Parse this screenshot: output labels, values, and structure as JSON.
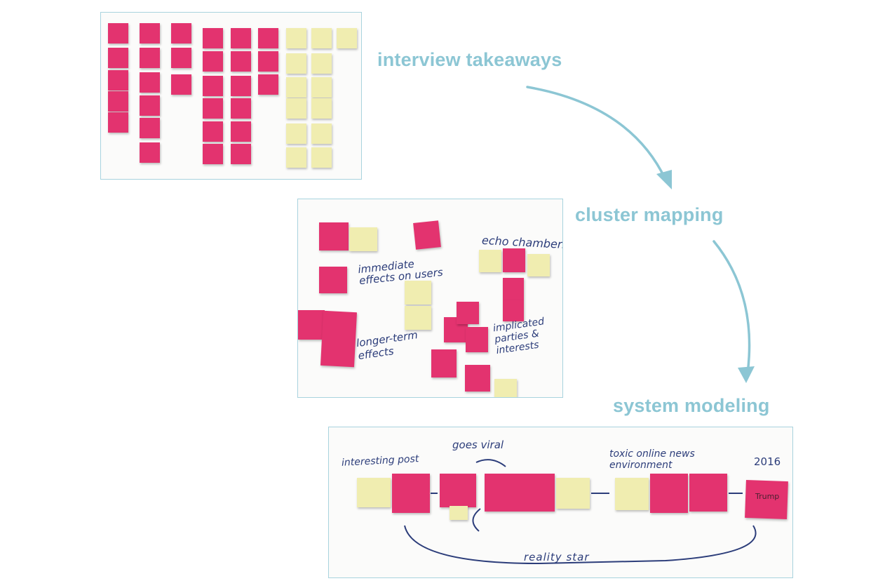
{
  "stages": {
    "interview": "interview takeaways",
    "cluster": "cluster mapping",
    "system": "system modeling"
  },
  "cluster_photo": {
    "immediate": "immediate effects on users",
    "longterm": "longer-term effects",
    "echo": "echo chambers",
    "implicated": "implicated parties & interests"
  },
  "system_photo": {
    "interesting": "interesting post",
    "viral": "goes viral",
    "toxic": "toxic online news environment",
    "year": "2016",
    "trump": "Trump",
    "reality": "reality star"
  },
  "colors": {
    "accent": "#8cc6d4",
    "note_pink": "#e3336f",
    "note_yellow": "#f0edb0",
    "ink": "#2c3d7a"
  }
}
